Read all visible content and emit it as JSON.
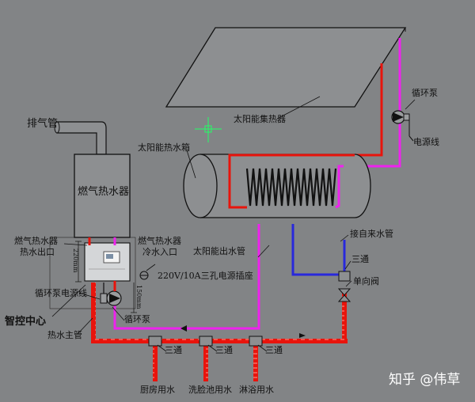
{
  "labels": {
    "exhaust_pipe": "排气管",
    "solar_collector": "太阳能集热器",
    "circulation_pump_top": "循环泵",
    "power_line": "电源线",
    "solar_tank": "太阳能热水箱",
    "gas_heater": "燃气热水器",
    "gas_heater_hot_out_1": "燃气热水器",
    "gas_heater_hot_out_2": "热水出口",
    "gas_heater_cold_in_1": "燃气热水器",
    "gas_heater_cold_in_2": "冷水入口",
    "solar_outlet_pipe": "太阳能出水管",
    "tap_water_pipe": "接自来水管",
    "tee_right": "三通",
    "check_valve": "单向阀",
    "socket": "220V/10A三孔电源插座",
    "pump_power_line": "循环泵电源线",
    "smart_control": "智控中心",
    "circulation_pump_bottom": "循环泵",
    "hot_main": "热水主管",
    "dim_220": "220mm",
    "dim_150": "150mm",
    "tee_1": "三通",
    "tee_2": "三通",
    "tee_3": "三通",
    "kitchen_water": "厨房用水",
    "washbasin_water": "洗脸池用水",
    "shower_water": "淋浴用水",
    "watermark": "知乎 @伟草"
  },
  "colors": {
    "background": "#828486",
    "hot_pipe": "#e8140c",
    "cold_pipe": "#2828dc",
    "magenta_pipe": "#ee22ee",
    "line": "#111111",
    "crosshair": "#22ff66"
  }
}
